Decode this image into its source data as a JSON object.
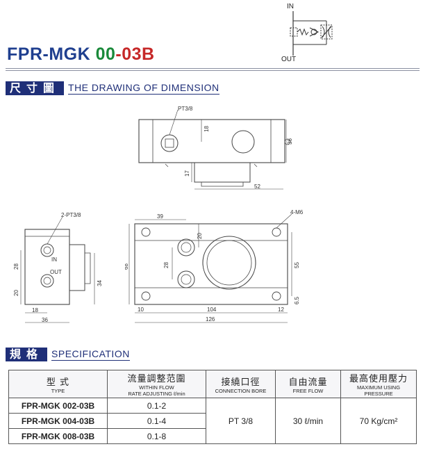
{
  "symbol": {
    "in_label": "IN",
    "out_label": "OUT"
  },
  "title": {
    "part1": "FPR-MGK ",
    "part2": "00",
    "part3": "-03B"
  },
  "drawing": {
    "section_cn": "尺寸圖",
    "section_en": "THE DRAWING OF DIMENSION",
    "top_view": {
      "port_label": "PT3/8",
      "dim_18": "18",
      "dim_36": "36",
      "dim_17": "17",
      "dim_52": "52"
    },
    "side_view": {
      "port_label": "2-PT3/8",
      "in_label": "IN",
      "out_label": "OUT",
      "dim_28": "28",
      "dim_20": "20",
      "dim_34": "34",
      "dim_18": "18",
      "dim_36": "36"
    },
    "front_view": {
      "bolt_label": "4-M6",
      "dim_39": "39",
      "dim_20": "20",
      "dim_28": "28",
      "dim_68": "68",
      "dim_55": "55",
      "dim_6_5": "6.5",
      "dim_10": "10",
      "dim_104": "104",
      "dim_12": "12",
      "dim_126": "126"
    }
  },
  "spec": {
    "section_cn": "規格",
    "section_en": "SPECIFICATION",
    "headers": {
      "type_cn": "型 式",
      "type_en": "TYPE",
      "flow_cn": "流量調整范圍",
      "flow_en1": "WITHIN FLOW",
      "flow_en2": "RATE ADJUSTING ℓ/min",
      "conn_cn": "接繞口徑",
      "conn_en": "CONNECTION BORE",
      "free_cn": "自由流量",
      "free_en": "FREE FLOW",
      "press_cn": "最高使用壓力",
      "press_en1": "MAXIMUM USING",
      "press_en2": "PRESSURE"
    },
    "rows": [
      {
        "type": "FPR-MGK 002-03B",
        "range": "0.1-2"
      },
      {
        "type": "FPR-MGK 004-03B",
        "range": "0.1-4"
      },
      {
        "type": "FPR-MGK 008-03B",
        "range": "0.1-8"
      }
    ],
    "connection": "PT 3/8",
    "free_flow": "30 ℓ/min",
    "pressure": "70 Kg/cm²"
  }
}
